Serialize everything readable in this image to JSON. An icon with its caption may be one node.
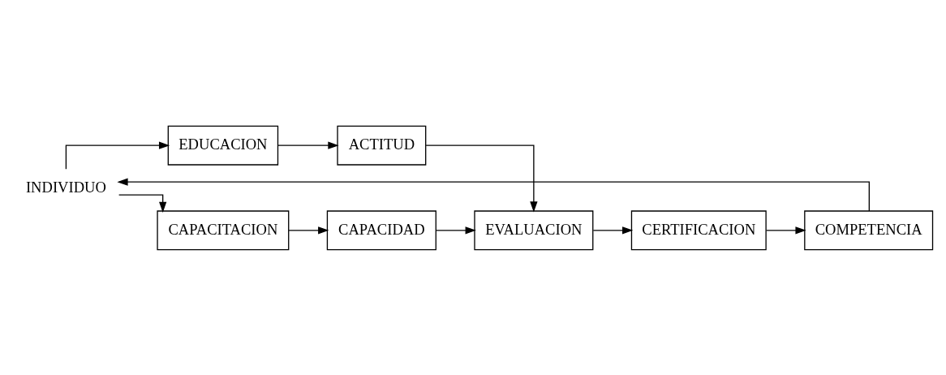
{
  "diagram": {
    "nodes": [
      {
        "text": [
          "INDIVIDUO"
        ]
      },
      {
        "text": [
          "EDUCACION"
        ]
      },
      {
        "text": [
          "ACTITUD"
        ]
      },
      {
        "text": [
          "CAPACITACION"
        ]
      },
      {
        "text": [
          "CAPACIDAD"
        ]
      },
      {
        "text": [
          "EVALUACION"
        ]
      },
      {
        "text": [
          "CERTIFICACION"
        ]
      },
      {
        "text": [
          "COMPETENCIA"
        ]
      }
    ],
    "edges": [
      {
        "from": 0,
        "to": 1,
        "arrow": "to"
      },
      {
        "from": 0,
        "to": 3,
        "arrow": "to"
      },
      {
        "from": 1,
        "to": 2,
        "arrow": "to"
      },
      {
        "from": 3,
        "to": 4,
        "arrow": "to"
      },
      {
        "from": 2,
        "to": 5,
        "arrow": "to"
      },
      {
        "from": 4,
        "to": 5,
        "arrow": "to"
      },
      {
        "from": 5,
        "to": 6,
        "arrow": "to"
      },
      {
        "from": 6,
        "to": 7,
        "arrow": "to"
      },
      {
        "from": 7,
        "to": 0,
        "arrow": "to"
      }
    ]
  }
}
